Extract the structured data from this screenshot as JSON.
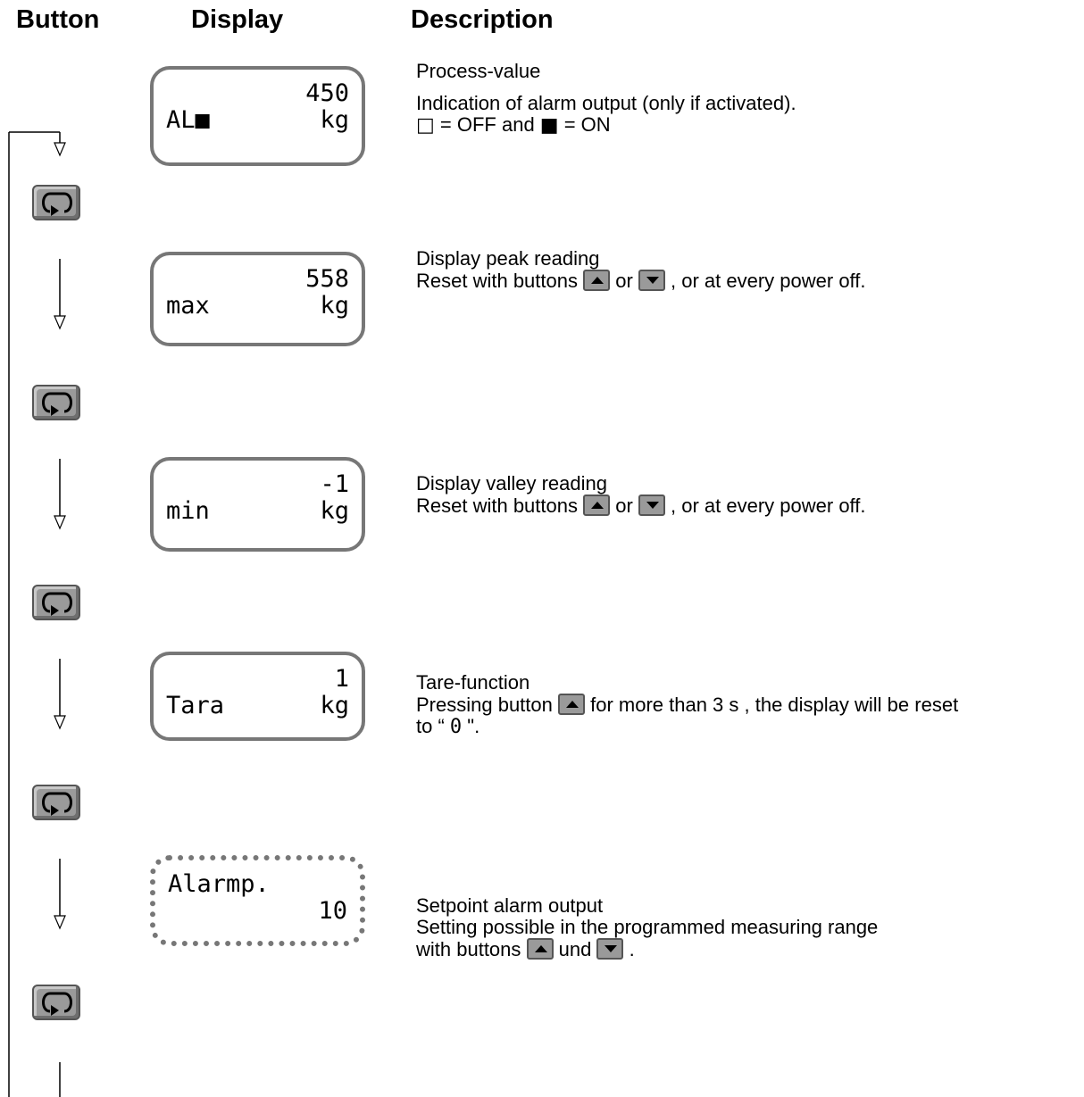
{
  "headers": {
    "button": "Button",
    "display": "Display",
    "description": "Description"
  },
  "displays": [
    {
      "line1_left": "",
      "line1_right": "450",
      "line2_left": "AL■",
      "line2_right": "kg"
    },
    {
      "line1_left": "",
      "line1_right": "558",
      "line2_left": "max",
      "line2_right": "kg"
    },
    {
      "line1_left": "",
      "line1_right": "-1",
      "line2_left": "min",
      "line2_right": "kg"
    },
    {
      "line1_left": "",
      "line1_right": "1",
      "line2_left": "Tara",
      "line2_right": "kg"
    },
    {
      "line1_left": "Alarmp.",
      "line1_right": "",
      "line2_left": "",
      "line2_right": "10"
    }
  ],
  "descriptions": {
    "process": {
      "title": "Process-value",
      "line1": "Indication of alarm output (only if activated).",
      "off_sym": "□",
      "off_text": " = OFF and ",
      "on_sym": "■",
      "on_text": " = ON"
    },
    "peak": {
      "title": "Display peak reading",
      "pre": "Reset with buttons ",
      "mid": " or ",
      "post": " , or at every power off."
    },
    "valley": {
      "title": "Display valley reading",
      "pre": "Reset with buttons ",
      "mid": " or ",
      "post": " , or at every power off."
    },
    "tare": {
      "title": "Tare-function",
      "pre": "Pressing button ",
      "post": " for more than 3 s , the display will be reset",
      "line2_pre": "to “ ",
      "line2_val": "0",
      "line2_post": " \"."
    },
    "alarm": {
      "title": "Setpoint alarm output",
      "line1": "Setting possible in the programmed measuring range",
      "pre": "with buttons ",
      "mid": " und ",
      "post": " ."
    }
  },
  "colors": {
    "lcd_border": "#777777",
    "button_fill": "#9a9a9a"
  },
  "icons": {
    "cycle_button": "cycle-icon",
    "up_button": "up-arrow-button",
    "down_button": "down-arrow-button"
  }
}
